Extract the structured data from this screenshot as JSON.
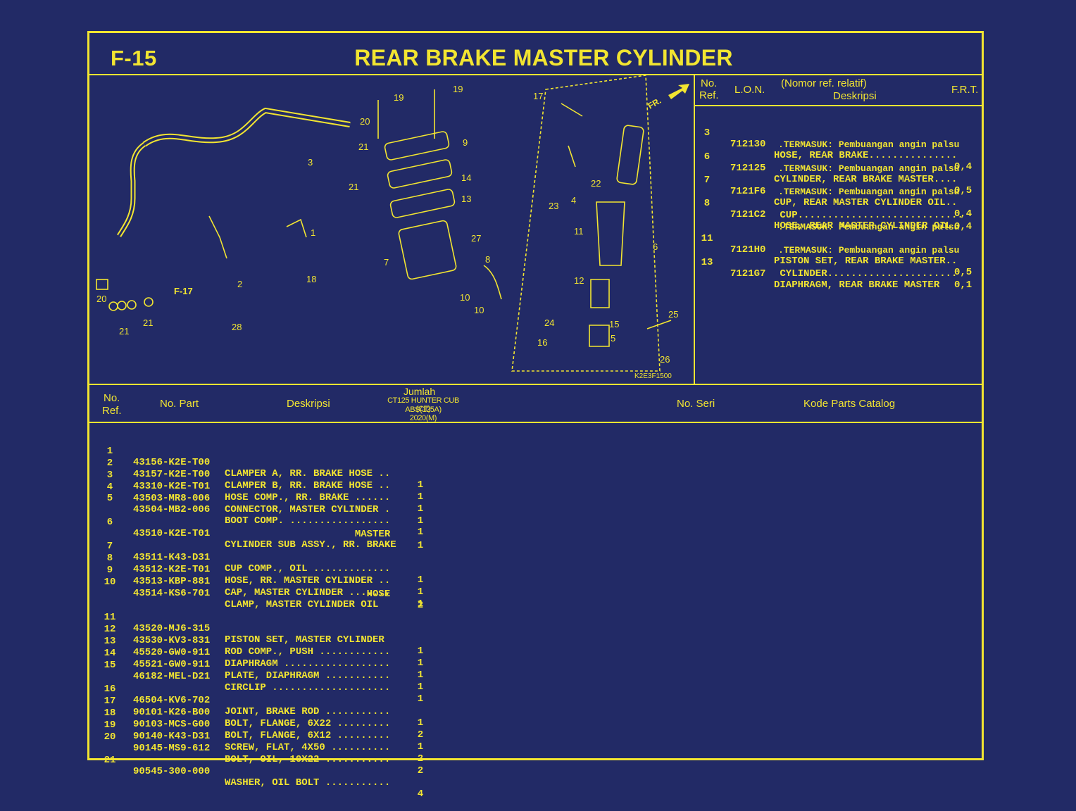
{
  "sheet": {
    "code": "F-15",
    "title": "REAR BRAKE MASTER CYLINDER",
    "colors": {
      "background": "#222a66",
      "line": "#f2e531"
    }
  },
  "diagram": {
    "callouts": [
      "19",
      "19",
      "17",
      "20",
      "21",
      "9",
      "3",
      "21",
      "14",
      "13",
      "22",
      "23",
      "4",
      "1",
      "27",
      "11",
      "8",
      "7",
      "6",
      "18",
      "2",
      "F-17",
      "10",
      "12",
      "20",
      "10",
      "25",
      "21",
      "21",
      "28",
      "24",
      "15",
      "16",
      "5",
      "26"
    ],
    "figure_id": "K2E3F1500",
    "direction": "FR."
  },
  "lon_table": {
    "headers": {
      "no": "No.",
      "ref": "Ref.",
      "lon": "L.O.N.",
      "desc_top": "(Nomor ref. relatif)",
      "desc": "Deskripsi",
      "frt": "F.R.T."
    },
    "rows": [
      {
        "ref": "3",
        "lon": "712130",
        "desc": "HOSE, REAR BRAKE...............",
        "frt": "0,4",
        "sub": ".TERMASUK: Pembuangan angin palsu"
      },
      {
        "ref": "6",
        "lon": "712125",
        "desc": "CYLINDER, REAR BRAKE MASTER....",
        "frt": "0,5",
        "sub": ".TERMASUK: Pembuangan angin palsu"
      },
      {
        "ref": "7",
        "lon": "7121F6",
        "desc": "CUP, REAR MASTER CYLINDER OIL..",
        "frt": "0,4",
        "sub": ".TERMASUK: Pembuangan angin palsu"
      },
      {
        "ref": "8",
        "lon": "7121C2",
        "desc": "HOSE, REAR MASTER CYLINDER OIL",
        "desc2": " CUP............................",
        "frt": "0,4",
        "sub": ".TERMASUK: Pembuangan angin palsu"
      },
      {
        "ref": "11",
        "lon": "7121H0",
        "desc": "PISTON SET, REAR BRAKE MASTER..",
        "frt": "0,5",
        "sub": ".TERMASUK: Pembuangan angin palsu"
      },
      {
        "ref": "13",
        "lon": "7121G7",
        "desc": "DIAPHRAGM, REAR BRAKE MASTER",
        "desc2": " CYLINDER......................",
        "frt": "0,1"
      }
    ]
  },
  "parts_table": {
    "headers": {
      "no": "No.",
      "ref": "Ref.",
      "part": "No. Part",
      "desc": "Deskripsi",
      "jumlah": "Jumlah",
      "model": "CT125 HUNTER CUB (CT)",
      "variant": "ABS(125A)",
      "year": "2020(M)",
      "seri": "No. Seri",
      "kode": "Kode Parts Catalog"
    },
    "rows": [
      {
        "ref": "1",
        "part": "43156-K2E-T00",
        "desc": "CLAMPER A, RR. BRAKE HOSE ..",
        "qty": "1"
      },
      {
        "ref": "2",
        "part": "43157-K2E-T00",
        "desc": "CLAMPER B, RR. BRAKE HOSE ..",
        "qty": "1"
      },
      {
        "ref": "3",
        "part": "43310-K2E-T01",
        "desc": "HOSE COMP., RR. BRAKE ......",
        "qty": "1"
      },
      {
        "ref": "4",
        "part": "43503-MR8-006",
        "desc": "CONNECTOR, MASTER CYLINDER .",
        "qty": "1"
      },
      {
        "ref": "5",
        "part": "43504-MB2-006",
        "desc": "BOOT COMP. .................",
        "qty": "1"
      },
      {
        "ref": "6",
        "part": "43510-K2E-T01",
        "desc": "CYLINDER SUB ASSY., RR. BRAKE",
        "desc2": "                      MASTER",
        "qty": "1"
      },
      {
        "ref": "7",
        "part": "43511-K43-D31",
        "desc": "CUP COMP., OIL .............",
        "qty": "1"
      },
      {
        "ref": "8",
        "part": "43512-K2E-T01",
        "desc": "HOSE, RR. MASTER CYLINDER ..",
        "qty": "1"
      },
      {
        "ref": "9",
        "part": "43513-KBP-881",
        "desc": "CAP, MASTER CYLINDER .......",
        "qty": "1"
      },
      {
        "ref": "10",
        "part": "43514-KS6-701",
        "desc": "CLAMP, MASTER CYLINDER OIL",
        "desc2": "                        HOSE",
        "qty": "2"
      },
      {
        "ref": "11",
        "part": "43520-MJ6-315",
        "desc": "PISTON SET, MASTER CYLINDER",
        "qty": "1"
      },
      {
        "ref": "12",
        "part": "43530-KV3-831",
        "desc": "ROD COMP., PUSH ............",
        "qty": "1"
      },
      {
        "ref": "13",
        "part": "45520-GW0-911",
        "desc": "DIAPHRAGM ..................",
        "qty": "1"
      },
      {
        "ref": "14",
        "part": "45521-GW0-911",
        "desc": "PLATE, DIAPHRAGM ...........",
        "qty": "1"
      },
      {
        "ref": "15",
        "part": "46182-MEL-D21",
        "desc": "CIRCLIP ....................",
        "qty": "1"
      },
      {
        "ref": "16",
        "part": "46504-KV6-702",
        "desc": "JOINT, BRAKE ROD ...........",
        "qty": "1"
      },
      {
        "ref": "17",
        "part": "90101-K26-B00",
        "desc": "BOLT, FLANGE, 6X22 .........",
        "qty": "2"
      },
      {
        "ref": "18",
        "part": "90103-MCS-G00",
        "desc": "BOLT, FLANGE, 6X12 .........",
        "qty": "1"
      },
      {
        "ref": "19",
        "part": "90140-K43-D31",
        "desc": "SCREW, FLAT, 4X50 ..........",
        "qty": "2"
      },
      {
        "ref": "20",
        "part": "90145-MS9-612",
        "desc": "BOLT, OIL, 10X22 ...........",
        "qty": "2"
      },
      {
        "ref": "21",
        "part": "90545-300-000",
        "desc": "WASHER, OIL BOLT ...........",
        "qty": "4"
      }
    ]
  }
}
